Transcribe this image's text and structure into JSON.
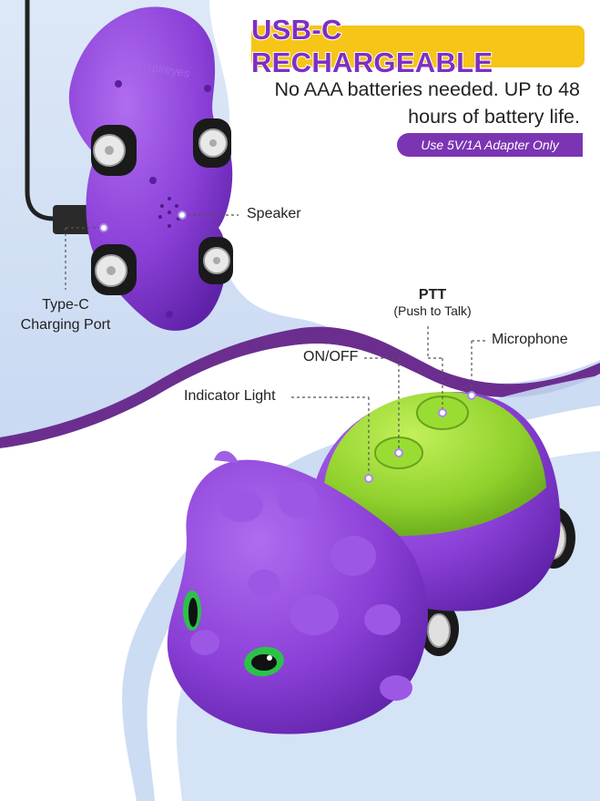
{
  "headline": "USB-C RECHARGEABLE",
  "subtext": {
    "line1": "No AAA batteries needed. UP to 48",
    "line2": "hours of battery life."
  },
  "notice": "Use 5V/1A Adapter Only",
  "brand": "inspireyes",
  "callouts": {
    "speaker": "Speaker",
    "port_line1": "Type-C",
    "port_line2": "Charging Port",
    "ptt": "PTT",
    "ptt_sub": "(Push to Talk)",
    "microphone": "Microphone",
    "on_off": "ON/OFF",
    "indicator": "Indicator Light"
  },
  "colors": {
    "accent_yellow": "#f5c518",
    "toy_purple": "#8a3fd6",
    "toy_green": "#8fd12c",
    "pill_purple": "#7b35b3",
    "bg_blue": "#cfe0f5",
    "band_purple": "#6b2e8f"
  }
}
